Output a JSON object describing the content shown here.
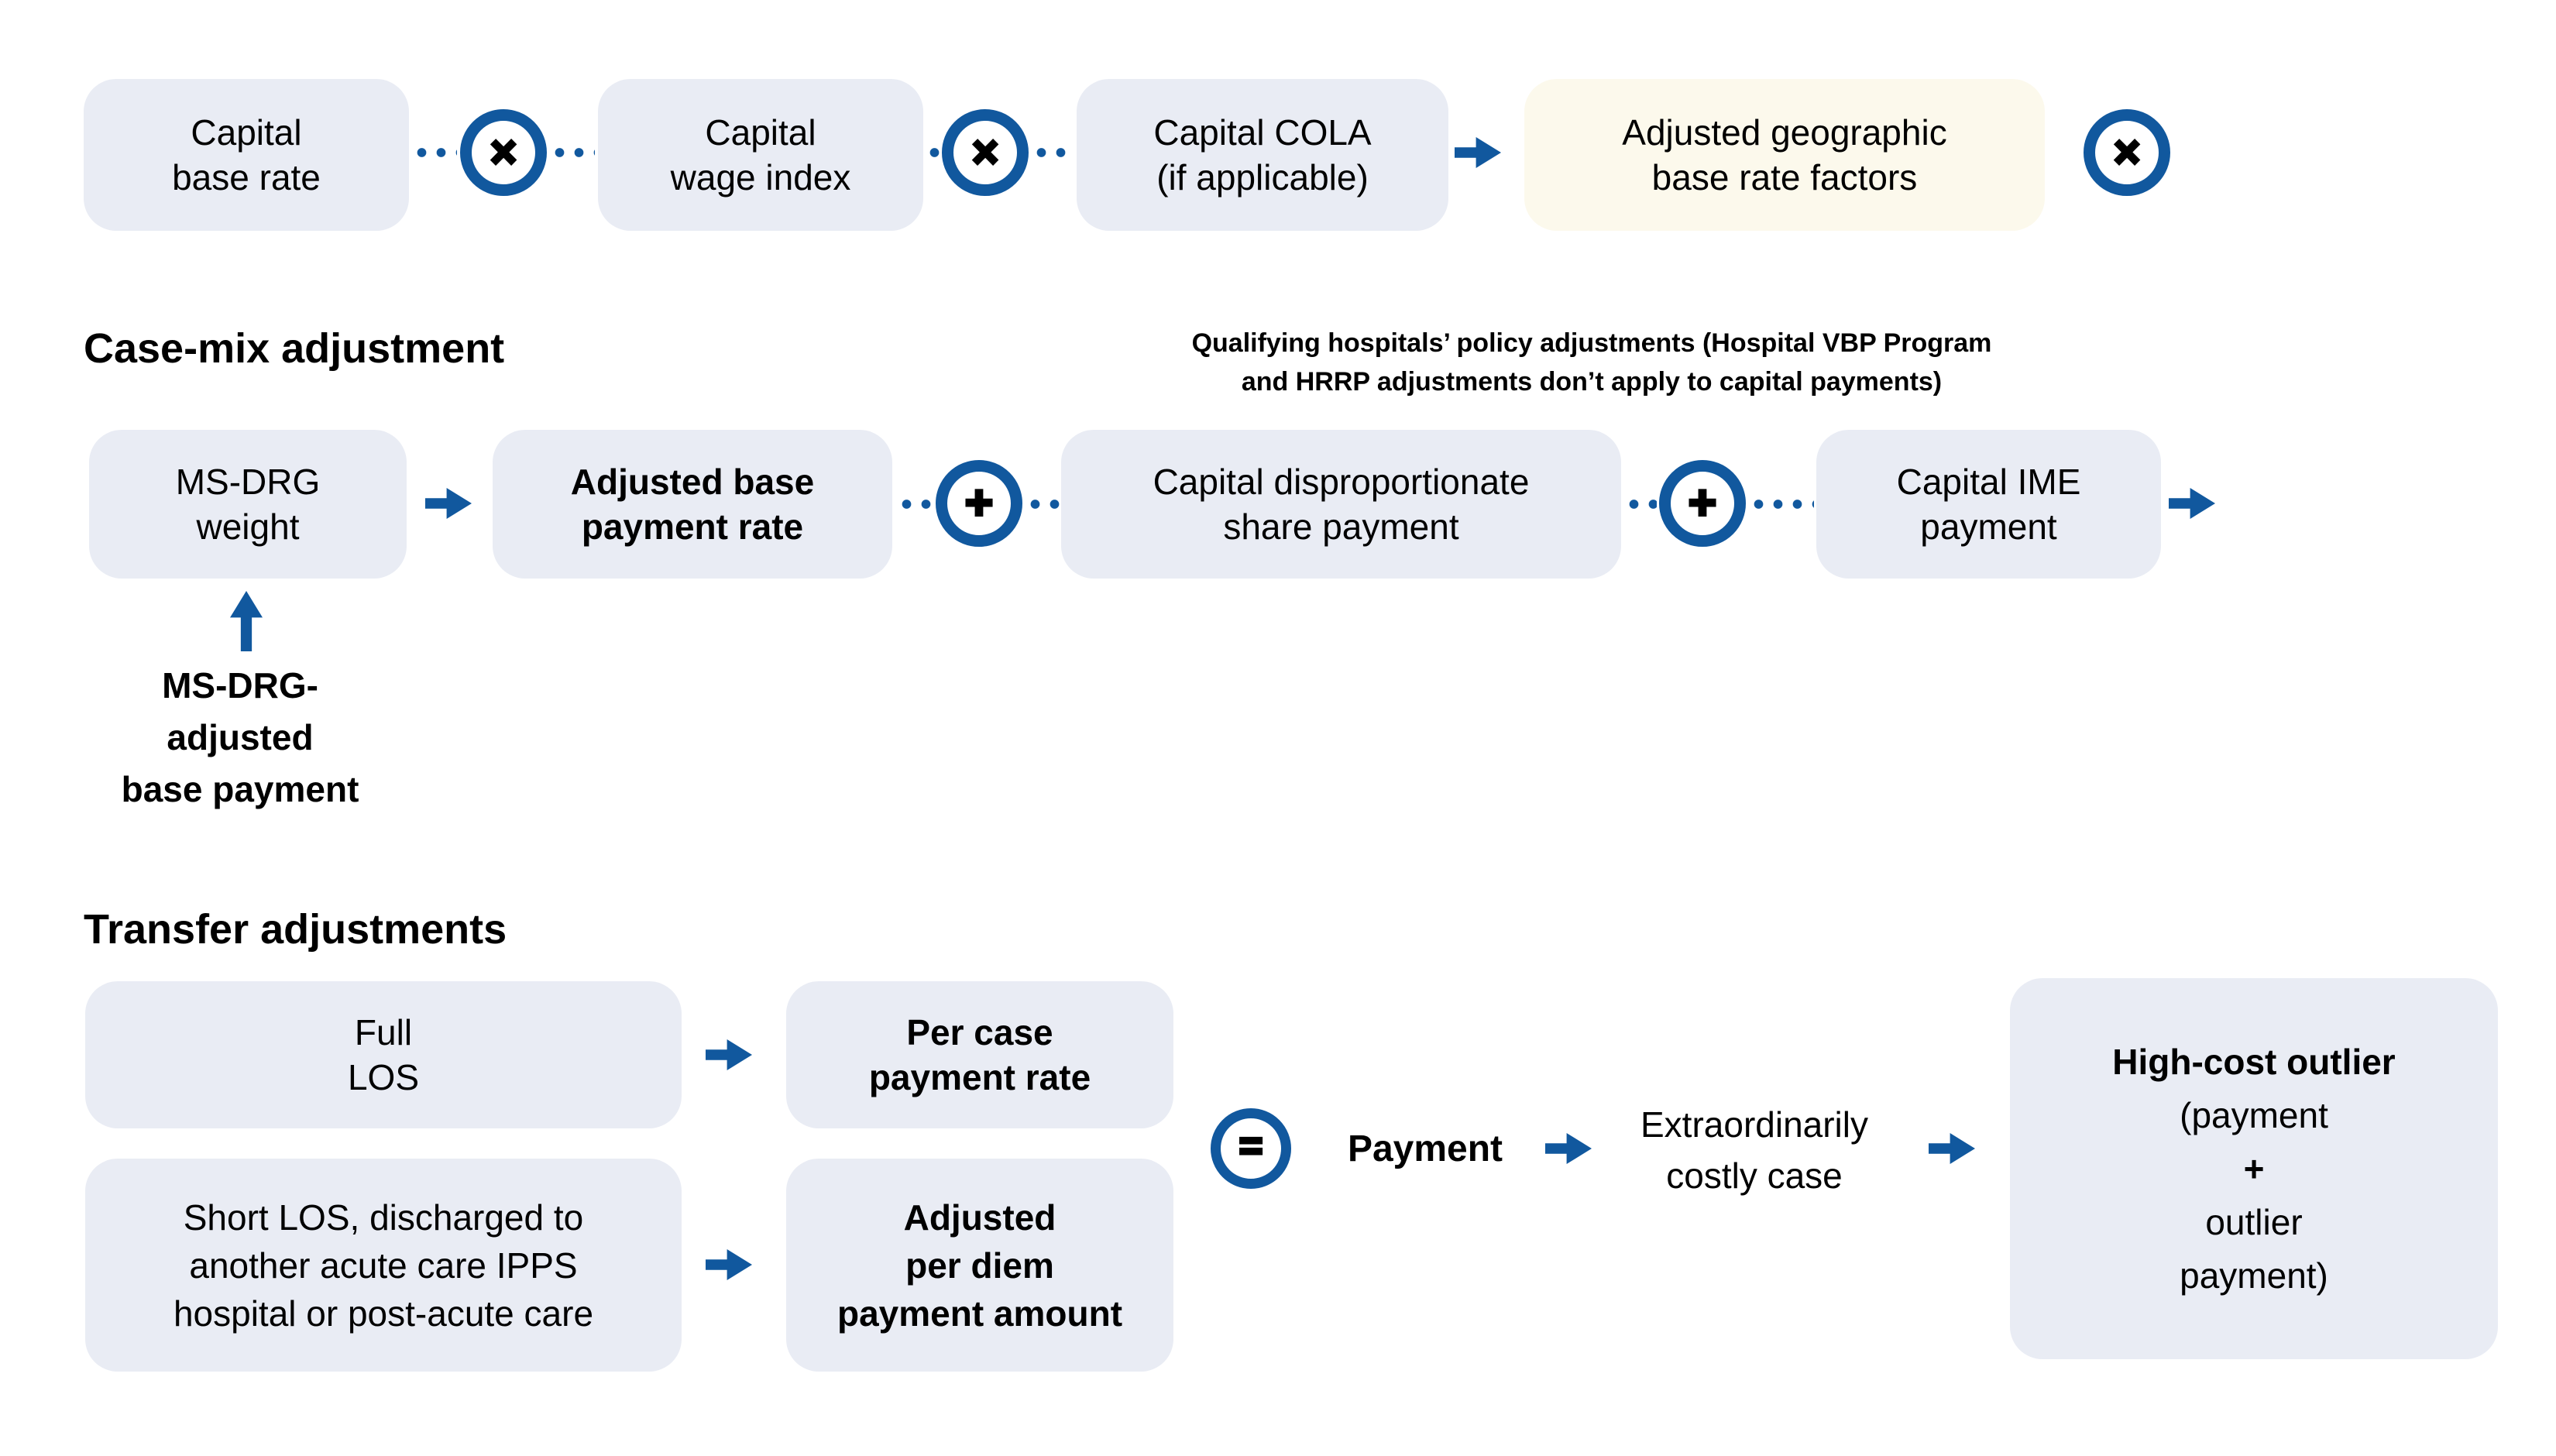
{
  "palette": {
    "blue": "#11589e",
    "box_bg": "#e9ecf4",
    "highlight_bg": "#fcf9ec",
    "text": "#000000"
  },
  "geographic_row": {
    "capital_base_rate": "Capital\nbase rate",
    "multiply_1": "×",
    "capital_wage_index": "Capital\nwage index",
    "multiply_2": "×",
    "capital_cola": "Capital COLA\n(if applicable)",
    "adjusted_geographic_base_rate_factors": "Adjusted geographic\nbase rate factors",
    "multiply_3": "×"
  },
  "case_mix": {
    "heading": "Case-mix adjustment",
    "note": "Qualifying hospitals’ policy adjustments (Hospital VBP Program\nand HRRP adjustments don’t apply to capital payments)",
    "ms_drg_weight": "MS-DRG\nweight",
    "adjusted_base_payment_rate": "Adjusted base\npayment rate",
    "plus_1": "+",
    "capital_disproportionate_share_payment": "Capital disproportionate\nshare payment",
    "plus_2": "+",
    "capital_ime_payment": "Capital IME\npayment",
    "ms_drg_adjusted_base_payment": "MS-DRG-\nadjusted\nbase payment"
  },
  "transfer": {
    "heading": "Transfer adjustments",
    "full_los": "Full\nLOS",
    "per_case_payment_rate": "Per case\npayment rate",
    "short_los": "Short LOS, discharged to\nanother acute care IPPS\nhospital or post-acute care",
    "adjusted_per_diem_payment_amount": "Adjusted\nper diem\npayment amount",
    "equals": "=",
    "payment": "Payment",
    "extraordinarily_costly_case": "Extraordinarily\ncostly case",
    "high_cost_outlier": {
      "line1": "High-cost outlier",
      "line2": "(payment",
      "line3": "+",
      "line4": "outlier",
      "line5": "payment)"
    }
  }
}
